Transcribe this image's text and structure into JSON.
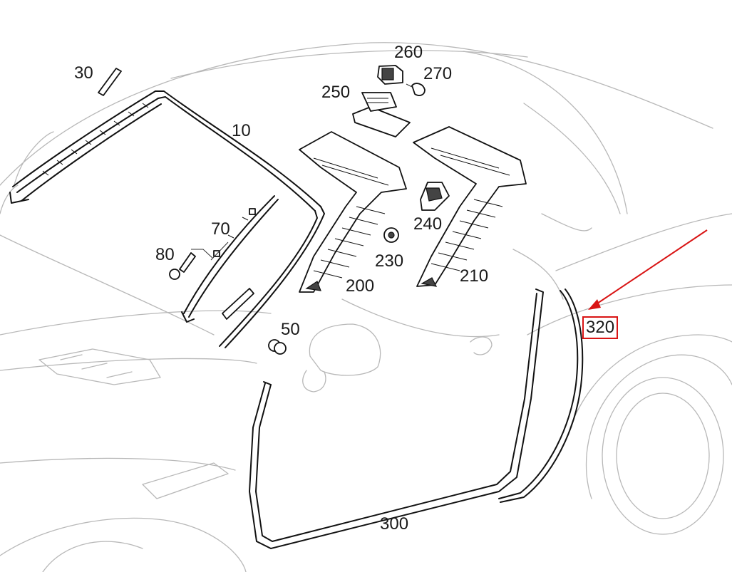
{
  "diagram": {
    "callouts": [
      {
        "id": "p30",
        "text": "30"
      },
      {
        "id": "p10",
        "text": "10"
      },
      {
        "id": "p260",
        "text": "260"
      },
      {
        "id": "p270",
        "text": "270"
      },
      {
        "id": "p250",
        "text": "250"
      },
      {
        "id": "p70",
        "text": "70"
      },
      {
        "id": "p80",
        "text": "80"
      },
      {
        "id": "p240",
        "text": "240"
      },
      {
        "id": "p230",
        "text": "230"
      },
      {
        "id": "p200",
        "text": "200"
      },
      {
        "id": "p210",
        "text": "210"
      },
      {
        "id": "p50",
        "text": "50"
      },
      {
        "id": "p320",
        "text": "320"
      },
      {
        "id": "p300",
        "text": "300"
      }
    ],
    "highlight": {
      "callout": "320",
      "color": "#d91414"
    }
  }
}
